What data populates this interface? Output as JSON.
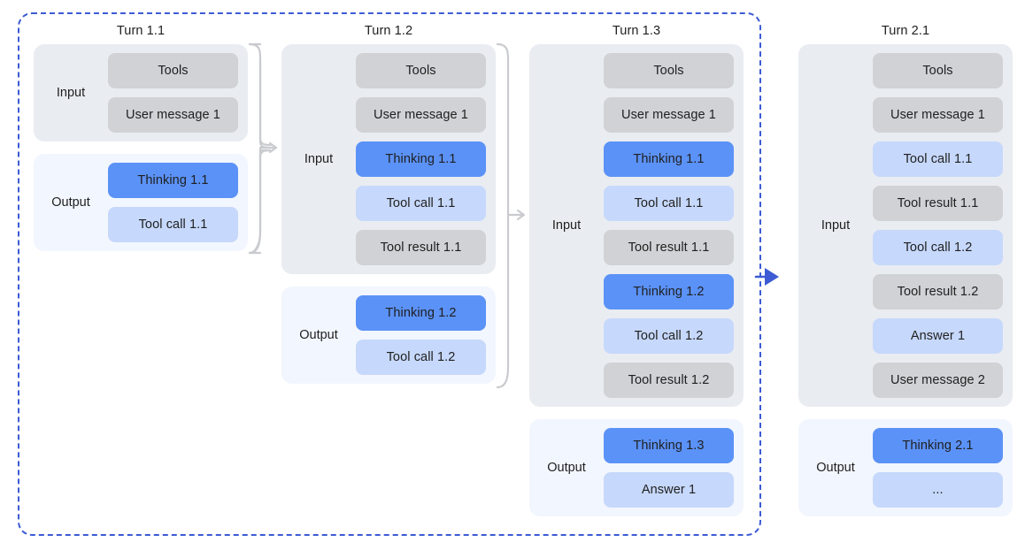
{
  "diagram": {
    "title_present": false,
    "colors": {
      "group_border": "#3c5bd4",
      "input_bg": "#e9ecf1",
      "output_bg": "#f2f6fe",
      "chip_gray": "#d0d2d5",
      "chip_blue": "#5b92f7",
      "chip_lightblue": "#c6d8fb",
      "connector": "#c9cbce",
      "arrow_blue": "#3c5bd4"
    },
    "labels": {
      "input": "Input",
      "output": "Output"
    }
  },
  "columns": [
    {
      "title": "Turn 1.1",
      "input": {
        "label": "Input",
        "chips": [
          {
            "text": "Tools",
            "kind": "gray"
          },
          {
            "text": "User message 1",
            "kind": "gray"
          }
        ]
      },
      "output": {
        "label": "Output",
        "chips": [
          {
            "text": "Thinking 1.1",
            "kind": "blue"
          },
          {
            "text": "Tool call 1.1",
            "kind": "lightblue"
          }
        ]
      }
    },
    {
      "title": "Turn 1.2",
      "input": {
        "label": "Input",
        "chips": [
          {
            "text": "Tools",
            "kind": "gray"
          },
          {
            "text": "User message 1",
            "kind": "gray"
          },
          {
            "text": "Thinking 1.1",
            "kind": "blue"
          },
          {
            "text": "Tool call 1.1",
            "kind": "lightblue"
          },
          {
            "text": "Tool result 1.1",
            "kind": "gray"
          }
        ]
      },
      "output": {
        "label": "Output",
        "chips": [
          {
            "text": "Thinking 1.2",
            "kind": "blue"
          },
          {
            "text": "Tool call 1.2",
            "kind": "lightblue"
          }
        ]
      }
    },
    {
      "title": "Turn 1.3",
      "input": {
        "label": "Input",
        "chips": [
          {
            "text": "Tools",
            "kind": "gray"
          },
          {
            "text": "User message 1",
            "kind": "gray"
          },
          {
            "text": "Thinking 1.1",
            "kind": "blue"
          },
          {
            "text": "Tool call 1.1",
            "kind": "lightblue"
          },
          {
            "text": "Tool result 1.1",
            "kind": "gray"
          },
          {
            "text": "Thinking 1.2",
            "kind": "blue"
          },
          {
            "text": "Tool call 1.2",
            "kind": "lightblue"
          },
          {
            "text": "Tool result 1.2",
            "kind": "gray"
          }
        ]
      },
      "output": {
        "label": "Output",
        "chips": [
          {
            "text": "Thinking 1.3",
            "kind": "blue"
          },
          {
            "text": "Answer 1",
            "kind": "lightblue"
          }
        ]
      }
    },
    {
      "title": "Turn 2.1",
      "input": {
        "label": "Input",
        "chips": [
          {
            "text": "Tools",
            "kind": "gray"
          },
          {
            "text": "User message 1",
            "kind": "gray"
          },
          {
            "text": "Tool call 1.1",
            "kind": "lightblue"
          },
          {
            "text": "Tool result 1.1",
            "kind": "gray"
          },
          {
            "text": "Tool call 1.2",
            "kind": "lightblue"
          },
          {
            "text": "Tool result 1.2",
            "kind": "gray"
          },
          {
            "text": "Answer 1",
            "kind": "lightblue"
          },
          {
            "text": "User message 2",
            "kind": "gray"
          }
        ]
      },
      "output": {
        "label": "Output",
        "chips": [
          {
            "text": "Thinking 2.1",
            "kind": "blue"
          },
          {
            "text": "...",
            "kind": "lightblue"
          }
        ]
      }
    }
  ],
  "connectors": [
    {
      "name": "bracket-turn-1-1-to-1-2",
      "from": "Turn 1.1",
      "to": "Turn 1.2"
    },
    {
      "name": "bracket-turn-1-2-to-1-3",
      "from": "Turn 1.2",
      "to": "Turn 1.3"
    },
    {
      "name": "arrow-turn-1-3-to-2-1",
      "from": "Turn 1.3",
      "to": "Turn 2.1"
    }
  ]
}
